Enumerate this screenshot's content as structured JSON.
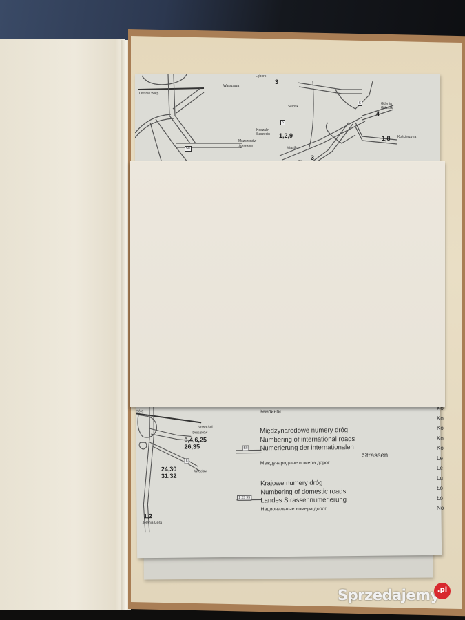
{
  "scene": {
    "description": "Open hardcover book with a folded road map tucked into a paper pocket on the inside back cover",
    "colors": {
      "backdrop": "#1a1c22",
      "page": "#eee9dc",
      "cover_edge": "#a97e55",
      "board": "#e5d8bb",
      "map_paper": "#dcdcd6",
      "pocket": "#ece7dd"
    }
  },
  "top_map": {
    "labels": {
      "warszawa": "Warszawa",
      "left_road": "Ostrów Wlkp.",
      "mszczonow": "Mszczonów",
      "zyrardow": "Żyrardów",
      "route_top": "Lębork",
      "route3_top": "3",
      "slupsk": "Słupsk",
      "koszalin": "Koszalin",
      "szczecin": "Szczecin",
      "route129": "1,2,9",
      "miastko": "Miastko",
      "pila": "Piła",
      "route3_bottom": "3",
      "gdynia": "Gdynia",
      "gdansk": "Gdańsk",
      "route4": "4",
      "kościerzyna": "Kościerzyna",
      "route18": "1,8"
    }
  },
  "bottom_map": {
    "labels": {
      "gora": "Góra",
      "nowa_sol": "Nowa Sól",
      "droszkow": "Droszków",
      "routes_a1": "0,4,6,25",
      "routes_a2": "26,35",
      "routes_b1": "24,30",
      "routes_b2": "31,32",
      "wroclaw": "Wrocław",
      "routes_c": "1,2",
      "jelenia_gora": "Jelenia Góra"
    }
  },
  "legend": {
    "camping_ru": "Кемпинги",
    "international": {
      "pl": "Międzynarodowe numery dróg",
      "en": "Numbering of international roads",
      "de_1": "Numerierung der internationalen",
      "de_2": "Strassen",
      "ru": "Международные номера дорог",
      "symbol": "E8"
    },
    "domestic": {
      "pl": "Krajowe numery dróg",
      "en": "Numbering of domestic roads",
      "de": "Landes Strassennumerierung",
      "ru": "Национальные номера дорог",
      "symbol": "1 23 93"
    }
  },
  "index_column": [
    "Ko",
    "Ko",
    "Ko",
    "Ko",
    "Ko",
    "Le",
    "Le",
    "Lu",
    "Łó",
    "Łó",
    "No"
  ],
  "watermark": {
    "brand": "Sprzedajemy",
    "tld": ".pl",
    "badge_color": "#d8282e"
  }
}
